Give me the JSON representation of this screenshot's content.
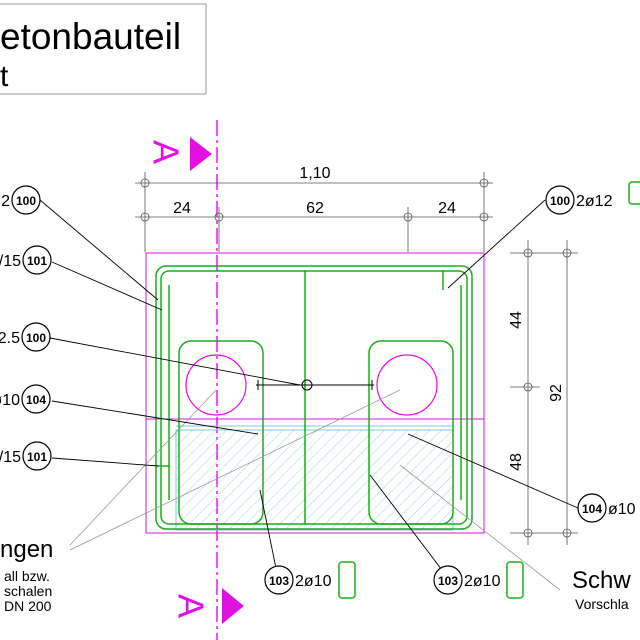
{
  "title": {
    "line1": "etonbauteil",
    "line2": "t"
  },
  "section_marker": {
    "letter": "A"
  },
  "dimensions": {
    "overall_width": "1,10",
    "left": "24",
    "middle": "62",
    "right": "24",
    "upper_height": "44",
    "lower_height": "48",
    "total_height": "92"
  },
  "callouts": {
    "c1": {
      "number": "100",
      "text": "2"
    },
    "c2": {
      "number": "101",
      "text": "/15"
    },
    "c3": {
      "number": "100",
      "text": "2.5"
    },
    "c4": {
      "number": "104",
      "text": "ø10"
    },
    "c5": {
      "number": "101",
      "text": "/15"
    },
    "c6": {
      "number": "100",
      "text": "2ø12"
    },
    "c7": {
      "number": "104",
      "text": "ø10"
    },
    "c8": {
      "number": "103",
      "text": "2ø10"
    },
    "c9": {
      "number": "103",
      "text": "2ø10"
    }
  },
  "note_left": {
    "heading": "ngen",
    "line1": "all bzw.",
    "line2": "schalen",
    "line3": "DN 200"
  },
  "note_right": {
    "heading": "Schw",
    "line1": "Vorschla"
  },
  "colors": {
    "rebar": "#1faa1f",
    "magenta": "#e010e0",
    "lines": "#000000",
    "grey": "#9a9a9a",
    "hatch": "#7ec8d8"
  }
}
